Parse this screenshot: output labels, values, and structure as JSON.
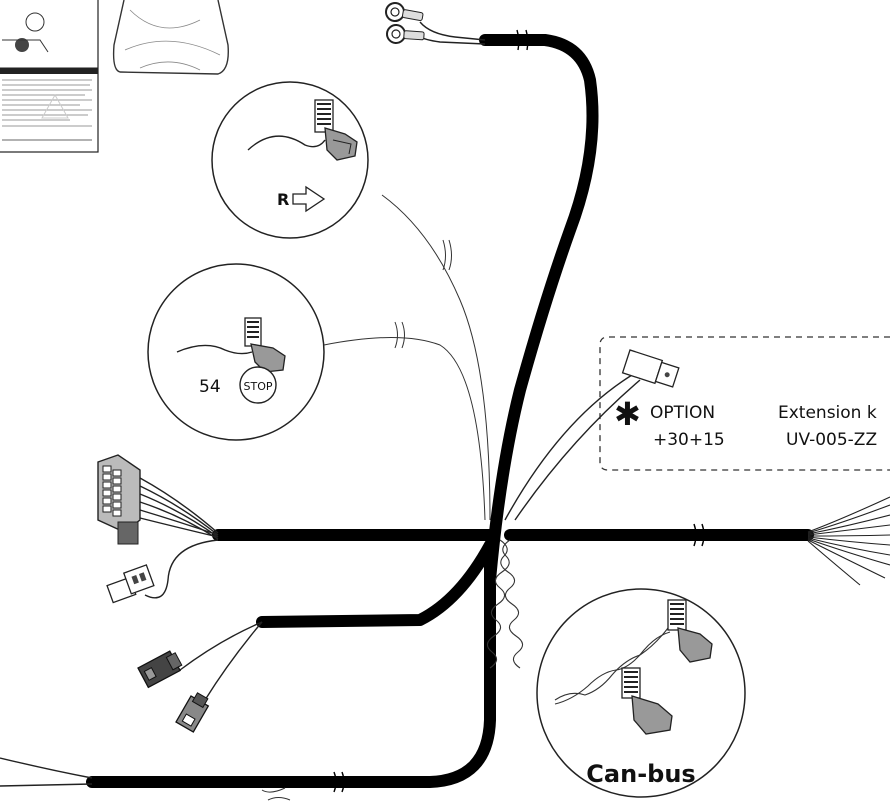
{
  "reverse_callout": {
    "letter": "R"
  },
  "brake_callout": {
    "pin": "54",
    "badge": "STOP"
  },
  "option_box": {
    "asterisk": "✱",
    "label": "OPTION",
    "pins": "+30+15",
    "kit_title": "Extension k",
    "kit_code": "UV-005-ZZ"
  },
  "canbus_callout": {
    "label": "Can-bus"
  },
  "colors": {
    "ink": "#000000",
    "paper": "#ffffff"
  }
}
